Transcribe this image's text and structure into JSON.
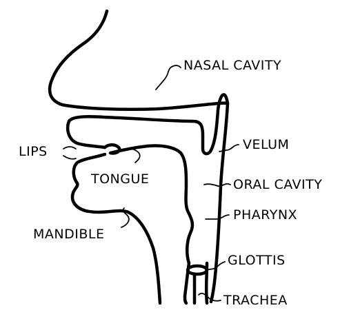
{
  "labels": {
    "nasal_cavity": "NASAL CAVITY",
    "lips": "LIPS",
    "tongue": "TONGUE",
    "velum": "VELUM",
    "oral_cavity": "ORAL CAVITY",
    "pharynx": "PHARYNX",
    "mandible": "MANDIBLE",
    "glottis": "GLOTTIS",
    "trachea": "TRACHEA"
  },
  "colors": {
    "ink": "#000000",
    "background": "#ffffff"
  }
}
